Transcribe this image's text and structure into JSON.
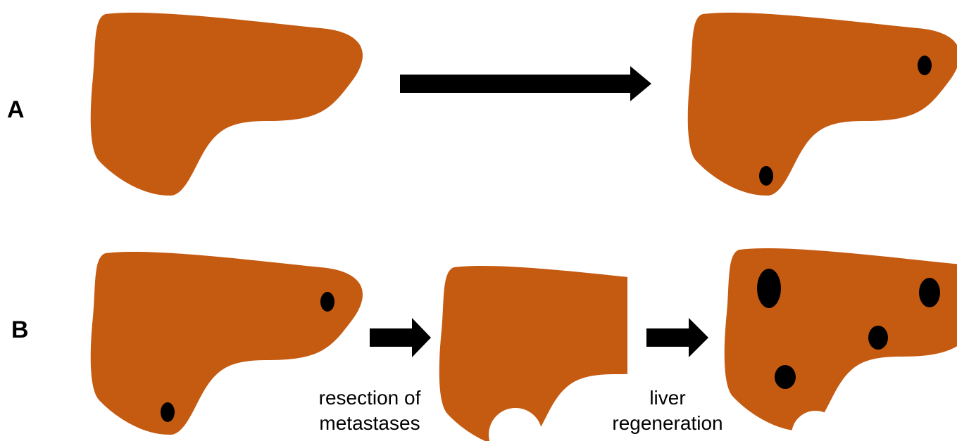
{
  "colors": {
    "liver": "#C55A11",
    "lesion": "#000000",
    "arrow": "#000000",
    "background": "#FFFFFF"
  },
  "rows": [
    {
      "label": "A"
    },
    {
      "label": "B"
    }
  ],
  "steps": [
    {
      "line1": "resection of",
      "line2": "metastases"
    },
    {
      "line1": "liver",
      "line2": "regeneration"
    }
  ]
}
